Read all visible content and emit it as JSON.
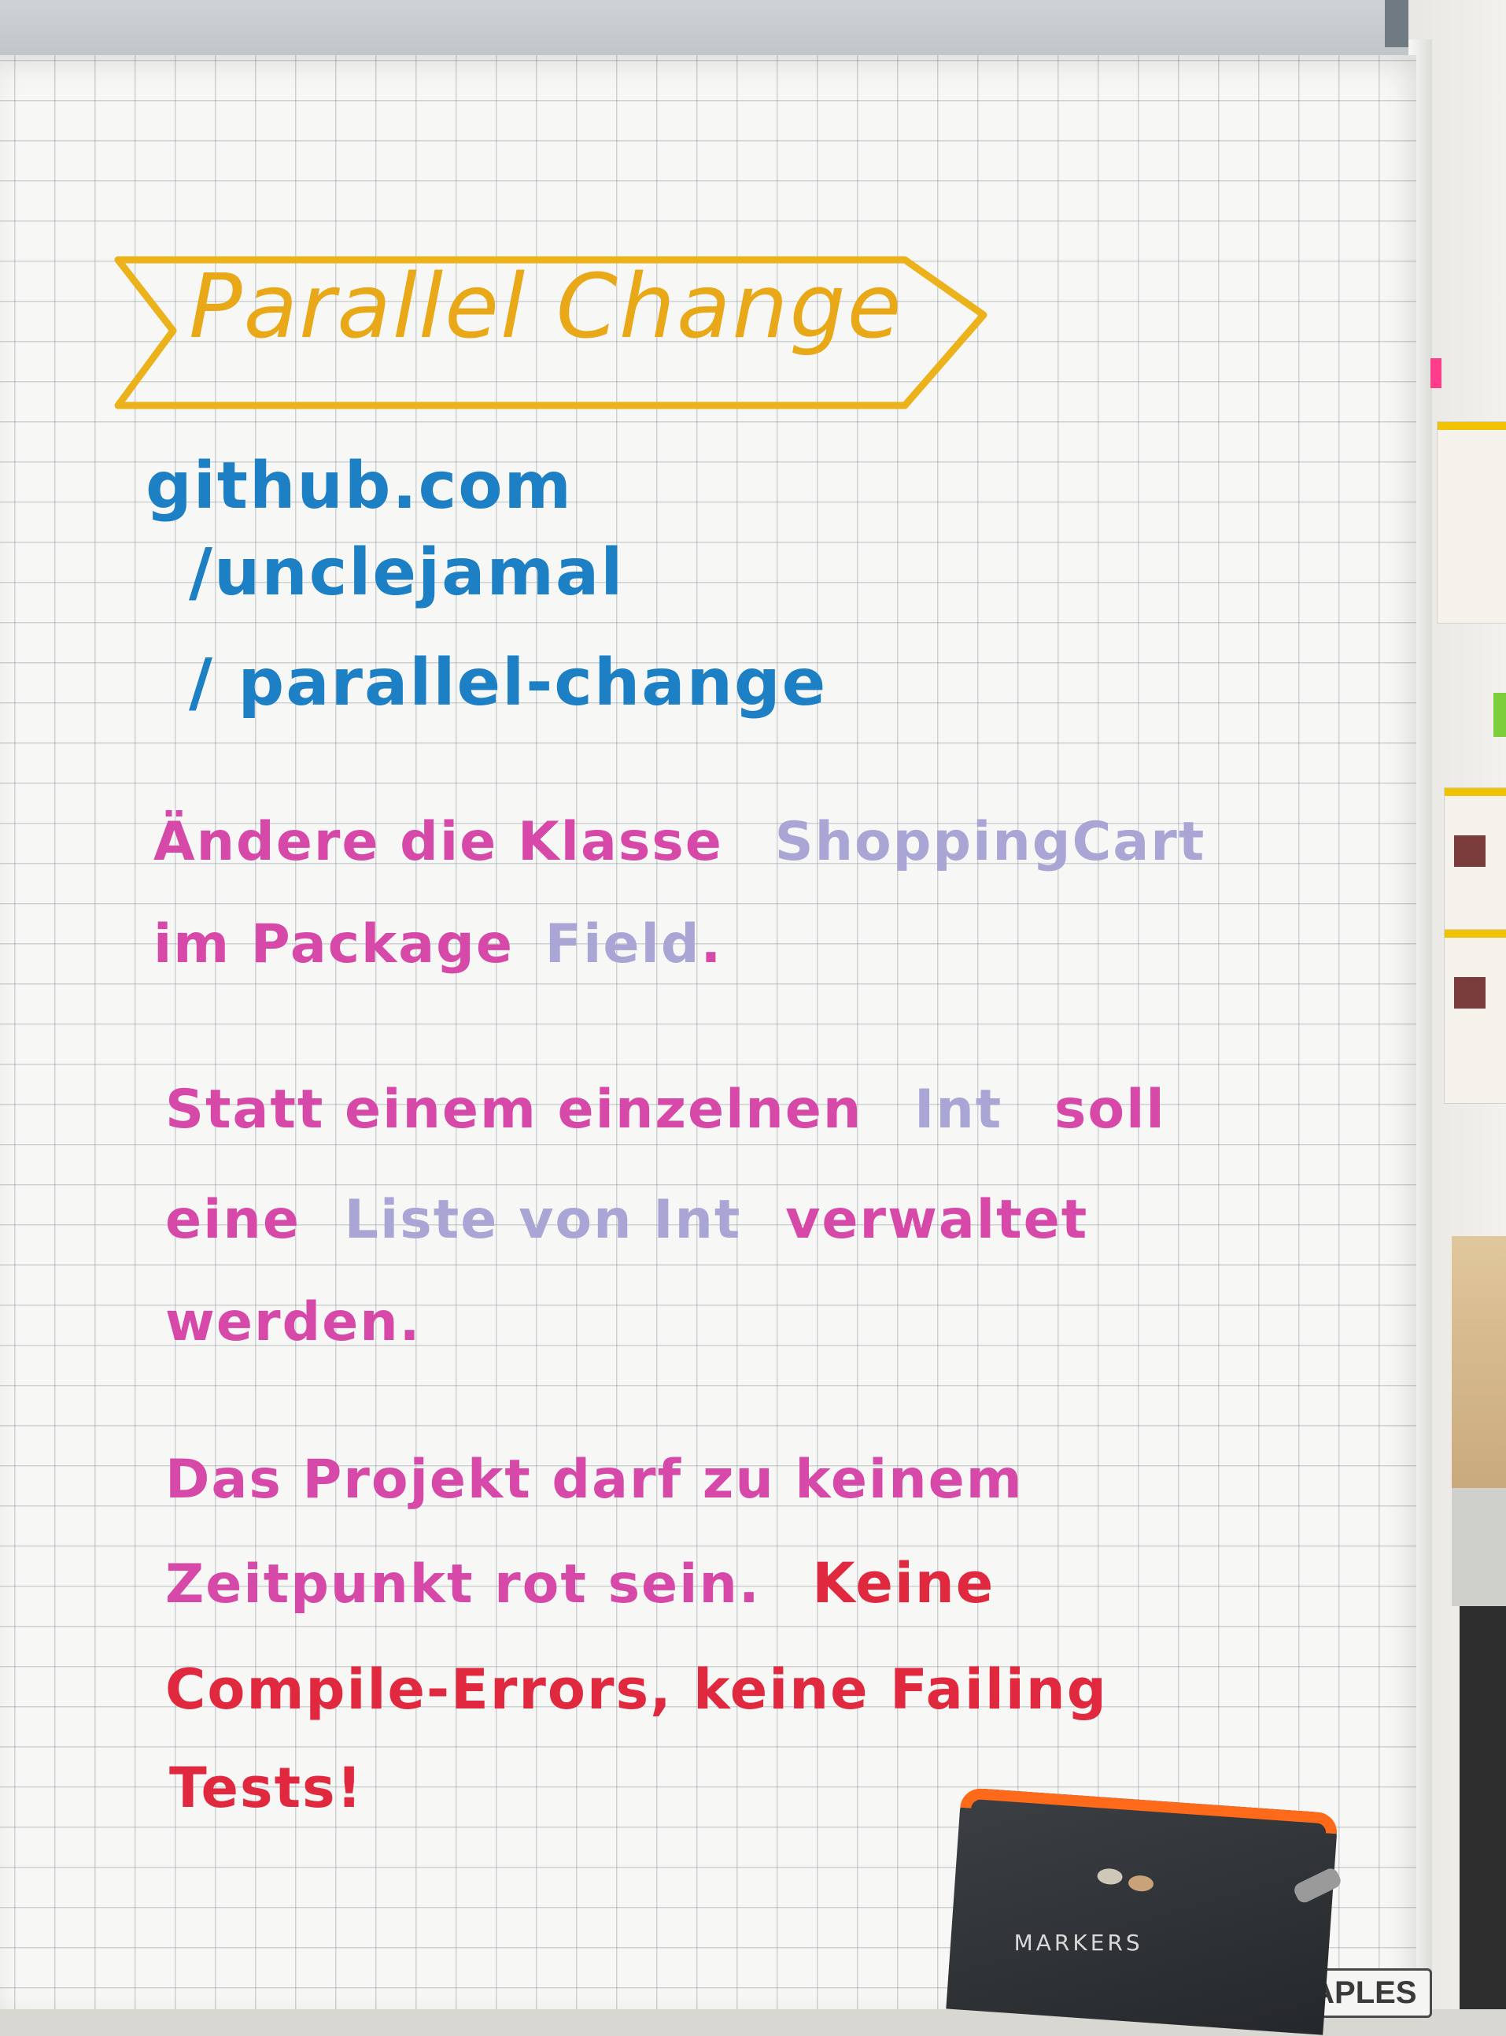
{
  "title": "Parallel Change",
  "url_lines": [
    "github.com",
    "/unclejamal",
    "/ parallel-change"
  ],
  "task": {
    "line1_a": "Ändere die Klasse",
    "line1_b": "ShoppingCart",
    "line2_a": "im Package",
    "line2_b": "Field",
    "line2_c": ".",
    "para2_line1_a": "Statt einem einzelnen",
    "para2_line1_b": "Int",
    "para2_line1_c": "soll",
    "para2_line2_a": "eine",
    "para2_line2_b": "Liste von Int",
    "para2_line2_c": "verwaltet",
    "para2_line3": "werden.",
    "para3_line1": "Das Projekt darf zu keinem",
    "para3_line2_a": "Zeitpunkt rot sein.",
    "para3_line2_b": "Keine",
    "para3_line3": "Compile-Errors, keine Failing",
    "para3_line4": "Tests!"
  },
  "brand": "STAPLES",
  "pouch_text": "MARKERS",
  "colors": {
    "title": "#e8a818",
    "link": "#1d7fc4",
    "text": "#d649a8",
    "code": "#a9a6d6",
    "warning": "#e0283e"
  }
}
